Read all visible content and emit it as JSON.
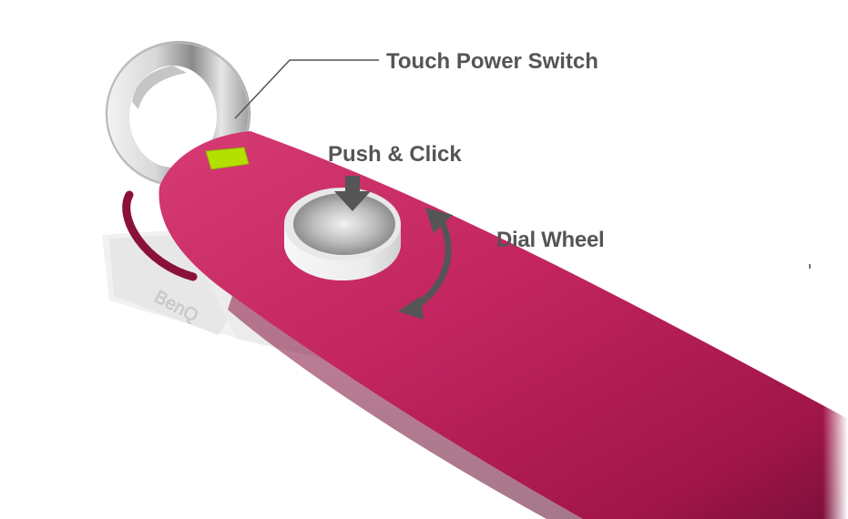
{
  "labels": {
    "touch_power_switch": "Touch Power Switch",
    "push_click": "Push & Click",
    "dial_wheel": "Dial Wheel"
  },
  "brand_mark": "BenQ",
  "colors": {
    "arm": "#c2255f",
    "arm_dark": "#7a0f3a",
    "ring_metal": "#cfcfcf",
    "switch_indicator": "#b4e000",
    "label_text": "#555555",
    "arrow": "#555555",
    "background": "#ffffff"
  },
  "icons": [
    "down-arrow-icon",
    "rotate-arrow-icon"
  ]
}
